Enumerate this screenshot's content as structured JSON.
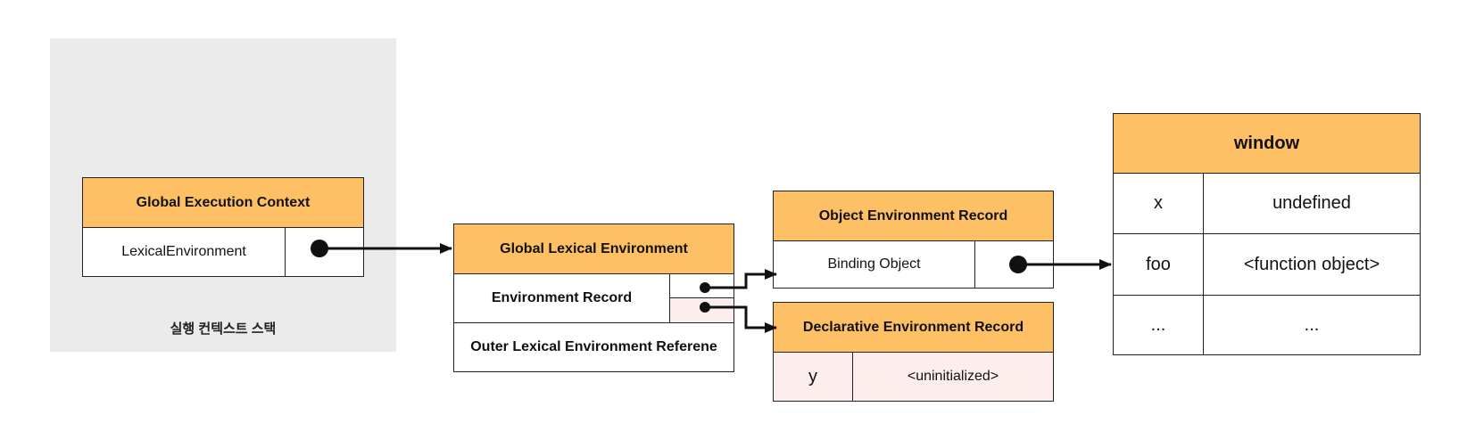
{
  "execution_context_stack": {
    "label": "실행 컨텍스트 스택",
    "global_execution_context": {
      "title": "Global Execution Context",
      "field": "LexicalEnvironment"
    }
  },
  "global_lexical_environment": {
    "title": "Global Lexical Environment",
    "environment_record": "Environment Record",
    "outer_reference": "Outer Lexical Environment Referene"
  },
  "object_environment_record": {
    "title": "Object  Environment Record",
    "field": "Binding Object"
  },
  "declarative_environment_record": {
    "title": "Declarative Environment Record",
    "rows": [
      {
        "name": "y",
        "value": "<uninitialized>"
      }
    ]
  },
  "window": {
    "title": "window",
    "rows": [
      {
        "name": "x",
        "value": "undefined"
      },
      {
        "name": "foo",
        "value": "<function object>"
      },
      {
        "name": "...",
        "value": "..."
      }
    ]
  },
  "colors": {
    "header": "#fec064",
    "stack_background": "#ebebeb",
    "pink_cell": "#fdeeee",
    "line": "#111111"
  }
}
